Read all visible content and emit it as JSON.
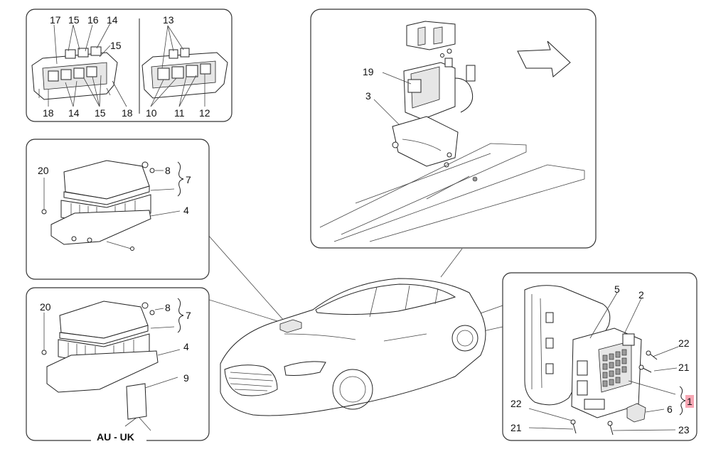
{
  "diagram": {
    "panel_top_left": {
      "left_unit_top_labels": [
        "17",
        "15",
        "16",
        "14",
        "15"
      ],
      "left_unit_bottom_labels": [
        "18",
        "14",
        "15",
        "18"
      ],
      "right_unit_top_labels": [
        "13"
      ],
      "right_unit_bottom_labels": [
        "10",
        "11",
        "12"
      ]
    },
    "panel_ecu_upper": {
      "labels": {
        "screw_side": "20",
        "bolts": "8",
        "group": "7",
        "bracket": "4"
      }
    },
    "panel_ecu_lower": {
      "labels": {
        "screw_side": "20",
        "bolts": "8",
        "group": "7",
        "bracket": "4",
        "extra_bracket": "9"
      },
      "market_note": "AU - UK"
    },
    "panel_engine_bay": {
      "labels": {
        "relay_unit": "19",
        "bracket": "3"
      }
    },
    "panel_fuse_box": {
      "labels": {
        "cover": "5",
        "fuse_box": "2",
        "screw_top_a": "22",
        "screw_top_b": "21",
        "group": "1",
        "fuse_cap": "6",
        "screw_bottom_a": "22",
        "screw_bottom_b": "21",
        "screw_bottom_c": "23"
      },
      "highlight_color": "#f7a7b4"
    },
    "colors": {
      "line": "#222222",
      "panel_border": "#333333",
      "background": "#ffffff"
    }
  }
}
